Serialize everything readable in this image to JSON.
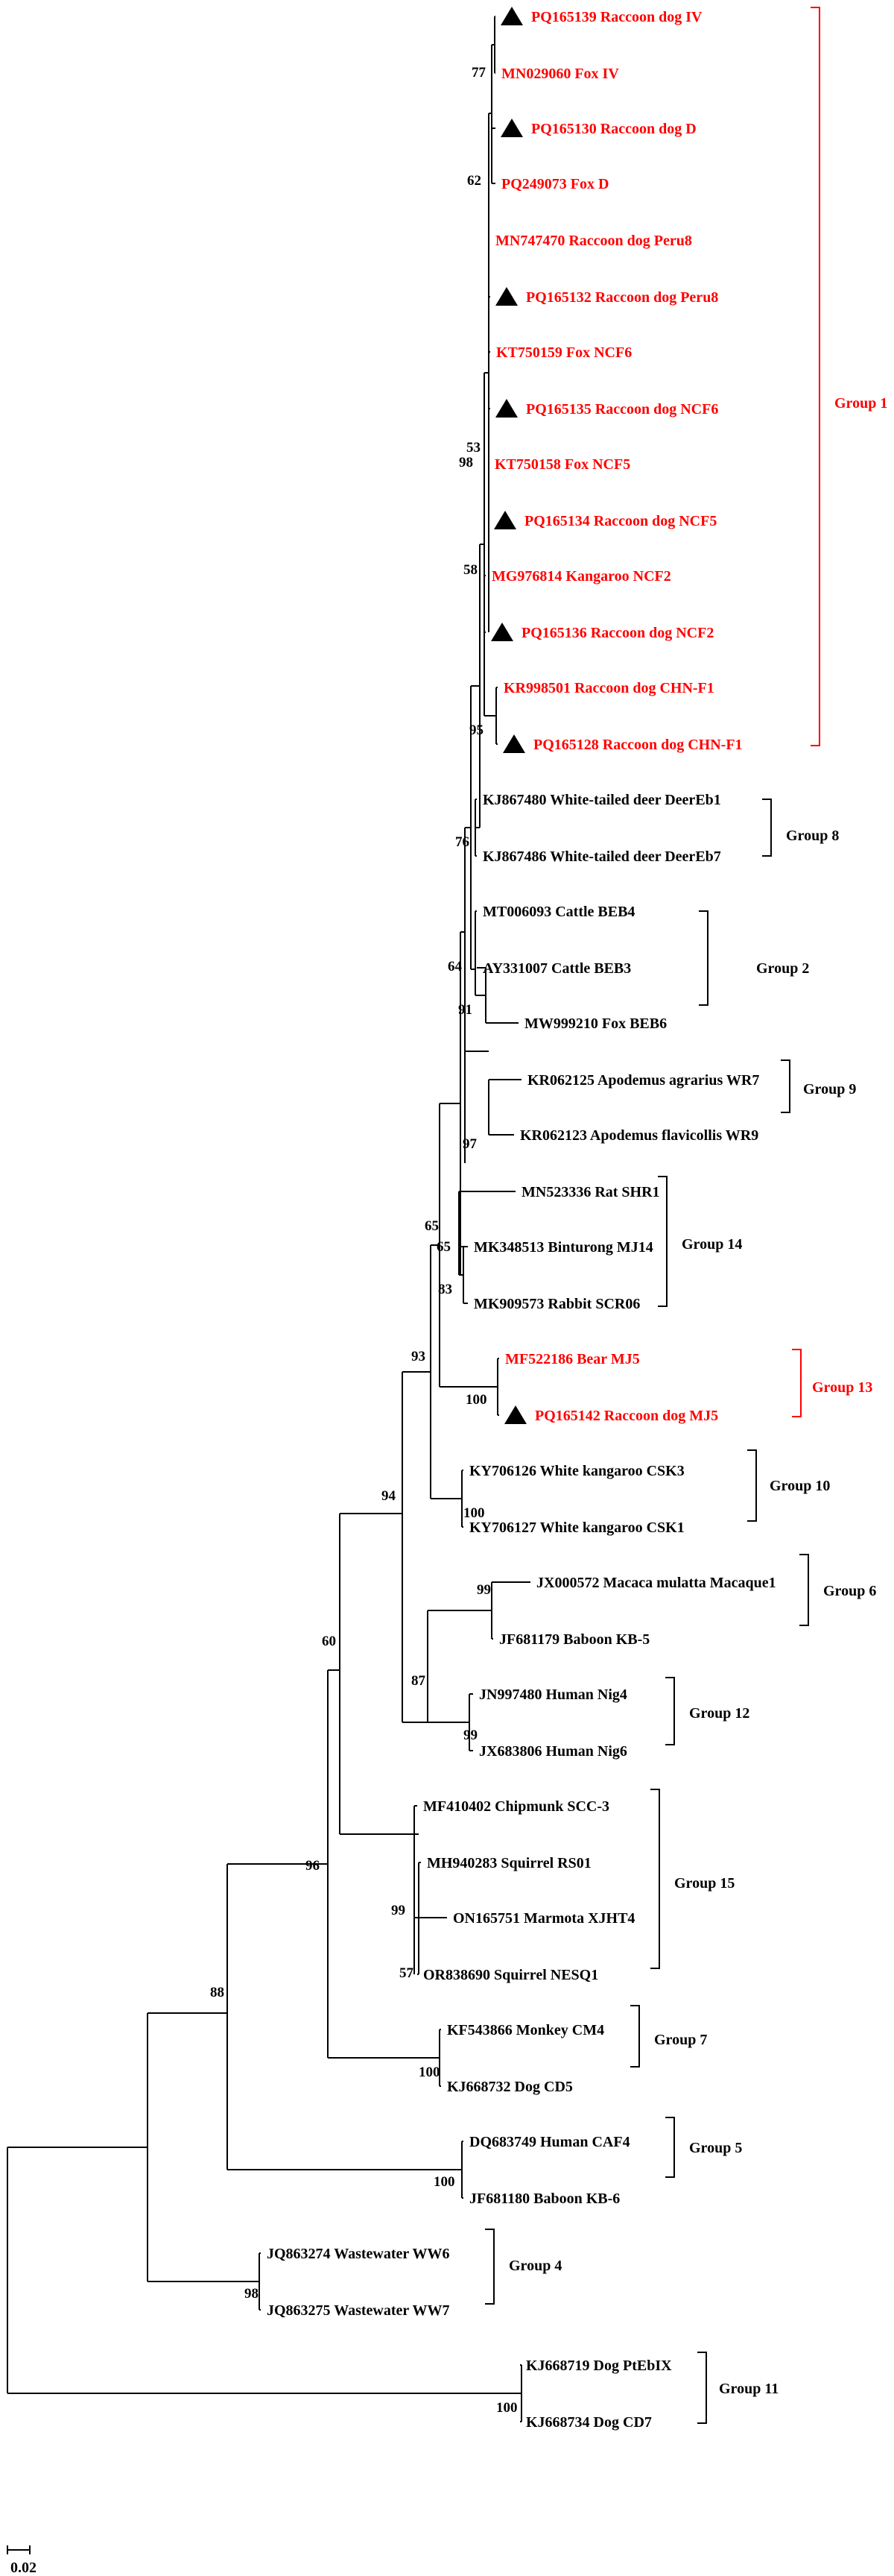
{
  "colors": {
    "default": "#000000",
    "highlight": "#ff0000"
  },
  "taxa": [
    {
      "label": "PQ165139 Raccoon dog IV",
      "red": true,
      "marker": true
    },
    {
      "label": "MN029060 Fox IV",
      "red": true,
      "marker": false
    },
    {
      "label": "PQ165130 Raccoon dog D",
      "red": true,
      "marker": true
    },
    {
      "label": "PQ249073 Fox D",
      "red": true,
      "marker": false
    },
    {
      "label": "MN747470 Raccoon dog Peru8",
      "red": true,
      "marker": false
    },
    {
      "label": "PQ165132 Raccoon dog Peru8",
      "red": true,
      "marker": true
    },
    {
      "label": "KT750159 Fox NCF6",
      "red": true,
      "marker": false
    },
    {
      "label": "PQ165135 Raccoon dog NCF6",
      "red": true,
      "marker": true
    },
    {
      "label": "KT750158 Fox NCF5",
      "red": true,
      "marker": false
    },
    {
      "label": "PQ165134 Raccoon dog NCF5",
      "red": true,
      "marker": true
    },
    {
      "label": "MG976814 Kangaroo NCF2",
      "red": true,
      "marker": false
    },
    {
      "label": "PQ165136 Raccoon dog NCF2",
      "red": true,
      "marker": true
    },
    {
      "label": "KR998501 Raccoon dog CHN-F1",
      "red": true,
      "marker": false
    },
    {
      "label": "PQ165128 Raccoon dog CHN-F1",
      "red": true,
      "marker": true
    },
    {
      "label": "KJ867480 White-tailed deer DeerEb1",
      "red": false,
      "marker": false
    },
    {
      "label": "KJ867486 White-tailed deer DeerEb7",
      "red": false,
      "marker": false
    },
    {
      "label": "MT006093 Cattle BEB4",
      "red": false,
      "marker": false
    },
    {
      "label": "AY331007 Cattle BEB3",
      "red": false,
      "marker": false
    },
    {
      "label": "MW999210 Fox BEB6",
      "red": false,
      "marker": false
    },
    {
      "label": "KR062125 Apodemus agrarius WR7",
      "red": false,
      "marker": false
    },
    {
      "label": "KR062123 Apodemus flavicollis WR9",
      "red": false,
      "marker": false
    },
    {
      "label": "MN523336 Rat SHR1",
      "red": false,
      "marker": false
    },
    {
      "label": "MK348513 Binturong MJ14",
      "red": false,
      "marker": false
    },
    {
      "label": "MK909573 Rabbit SCR06",
      "red": false,
      "marker": false
    },
    {
      "label": "MF522186 Bear MJ5",
      "red": true,
      "marker": false
    },
    {
      "label": "PQ165142 Raccoon dog MJ5",
      "red": true,
      "marker": true
    },
    {
      "label": "KY706126 White kangaroo CSK3",
      "red": false,
      "marker": false
    },
    {
      "label": "KY706127 White kangaroo CSK1",
      "red": false,
      "marker": false
    },
    {
      "label": "JX000572 Macaca mulatta Macaque1",
      "red": false,
      "marker": false
    },
    {
      "label": "JF681179 Baboon KB-5",
      "red": false,
      "marker": false
    },
    {
      "label": "JN997480 Human Nig4",
      "red": false,
      "marker": false
    },
    {
      "label": "JX683806 Human Nig6",
      "red": false,
      "marker": false
    },
    {
      "label": "MF410402 Chipmunk SCC-3",
      "red": false,
      "marker": false
    },
    {
      "label": "MH940283 Squirrel RS01",
      "red": false,
      "marker": false
    },
    {
      "label": "ON165751 Marmota XJHT4",
      "red": false,
      "marker": false
    },
    {
      "label": "OR838690 Squirrel NESQ1",
      "red": false,
      "marker": false
    },
    {
      "label": "KF543866 Monkey CM4",
      "red": false,
      "marker": false
    },
    {
      "label": "KJ668732 Dog CD5",
      "red": false,
      "marker": false
    },
    {
      "label": "DQ683749 Human CAF4",
      "red": false,
      "marker": false
    },
    {
      "label": "JF681180 Baboon KB-6",
      "red": false,
      "marker": false
    },
    {
      "label": "JQ863274 Wastewater WW6",
      "red": false,
      "marker": false
    },
    {
      "label": "JQ863275 Wastewater WW7",
      "red": false,
      "marker": false
    },
    {
      "label": "KJ668719 Dog PtEbIX",
      "red": false,
      "marker": false
    },
    {
      "label": "KJ668734 Dog CD7",
      "red": false,
      "marker": false
    }
  ],
  "bootstrap": [
    "77",
    "62",
    "53",
    "98",
    "58",
    "95",
    "76",
    "64",
    "91",
    "97",
    "65",
    "65",
    "83",
    "93",
    "100",
    "94",
    "100",
    "99",
    "87",
    "99",
    "60",
    "99",
    "57",
    "96",
    "100",
    "88",
    "100",
    "98",
    "100"
  ],
  "groups": [
    {
      "label": "Group 1",
      "red": true
    },
    {
      "label": "Group 8",
      "red": false
    },
    {
      "label": "Group 2",
      "red": false
    },
    {
      "label": "Group 9",
      "red": false
    },
    {
      "label": "Group 14",
      "red": false
    },
    {
      "label": "Group 13",
      "red": true
    },
    {
      "label": "Group 10",
      "red": false
    },
    {
      "label": "Group 6",
      "red": false
    },
    {
      "label": "Group 12",
      "red": false
    },
    {
      "label": "Group 15",
      "red": false
    },
    {
      "label": "Group 7",
      "red": false
    },
    {
      "label": "Group 5",
      "red": false
    },
    {
      "label": "Group 4",
      "red": false
    },
    {
      "label": "Group 11",
      "red": false
    }
  ],
  "scale_bar": {
    "label": "0.02"
  }
}
